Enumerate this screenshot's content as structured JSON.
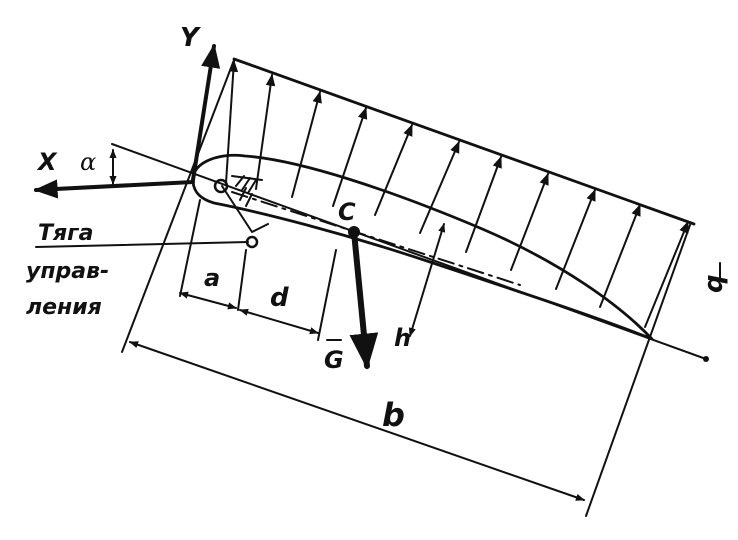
{
  "labels": {
    "lift": "Y",
    "drag": "X",
    "alpha": "α",
    "center": "C",
    "weight": "G",
    "load": "q",
    "dist_a": "a",
    "dist_d": "d",
    "dist_h": "h",
    "chord": "b",
    "rod_line1": "Тяга",
    "rod_line2": "управ-",
    "rod_line3": "ления"
  },
  "colors": {
    "ink": "#111111",
    "paper": "#ffffff"
  }
}
